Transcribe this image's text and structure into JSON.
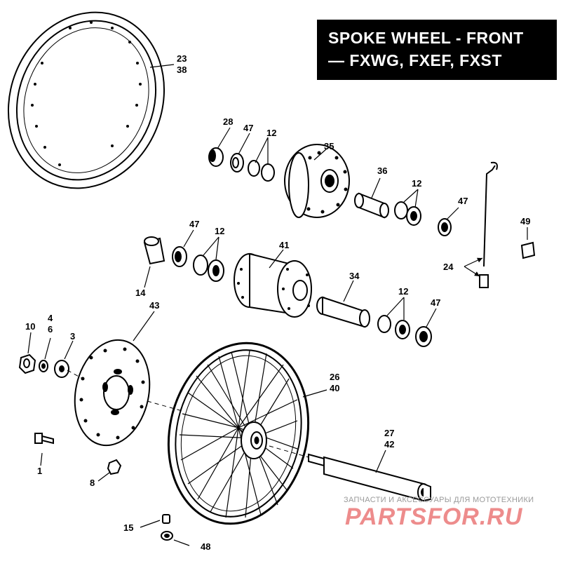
{
  "title": {
    "line1": "SPOKE WHEEL - FRONT",
    "line2": "— FXWG, FXEF, FXST"
  },
  "callouts": {
    "c23_38": [
      "23",
      "38"
    ],
    "c28": "28",
    "c47a": "47",
    "c12a": "12",
    "c35": "35",
    "c36": "36",
    "c12b": "12",
    "c47b": "47",
    "c49": "49",
    "c24": "24",
    "c47c": "47",
    "c12c": "12",
    "c41": "41",
    "c14": "14",
    "c34": "34",
    "c12d": "12",
    "c47d": "47",
    "c43": "43",
    "c10": "10",
    "c4_6": [
      "4",
      "6"
    ],
    "c3": "3",
    "c26_40": [
      "26",
      "40"
    ],
    "c27_42": [
      "27",
      "42"
    ],
    "c1": "1",
    "c8": "8",
    "c15": "15",
    "c48": "48"
  },
  "watermark": {
    "subtitle": "ЗАПЧАСТИ И АКСЕССУАРЫ ДЛЯ МОТОТЕХНИКИ",
    "brand": "PARTSFOR.RU"
  }
}
